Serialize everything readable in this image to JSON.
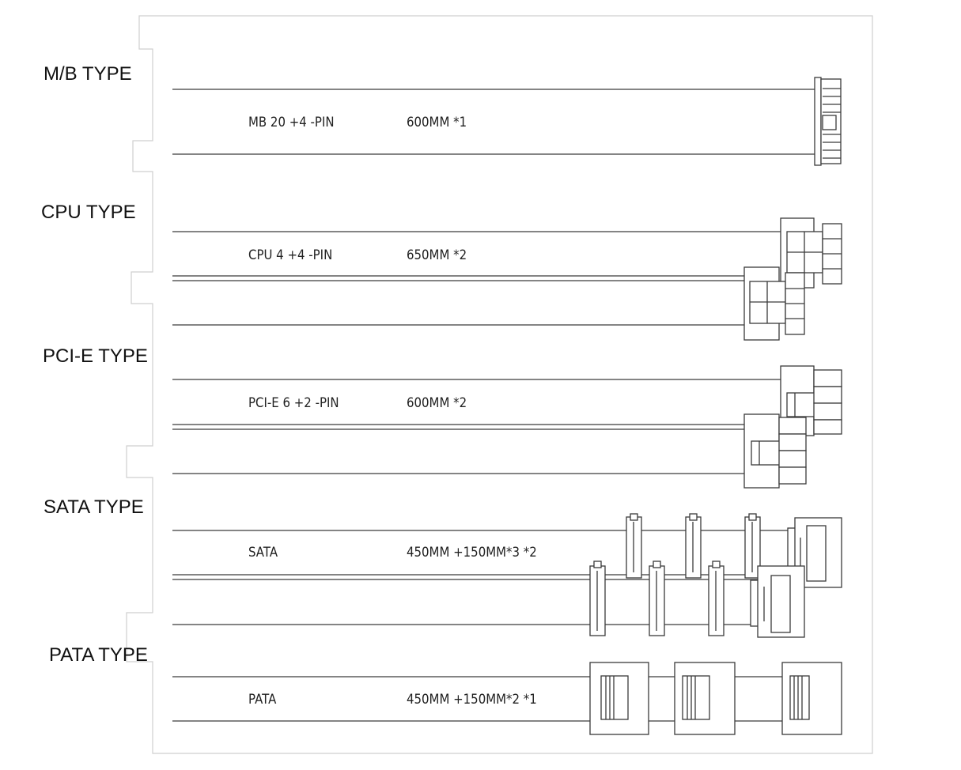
{
  "colors": {
    "line": "#3a3a3a",
    "frame": "#cfcfcf",
    "background": "#ffffff"
  },
  "sections": [
    {
      "id": "mb",
      "type_label": "M/B TYPE",
      "cable_name": "MB 20 +4 -PIN",
      "cable_spec": "600MM  *1"
    },
    {
      "id": "cpu",
      "type_label": "CPU TYPE",
      "cable_name": "CPU 4 +4 -PIN",
      "cable_spec": "650MM  *2"
    },
    {
      "id": "pcie",
      "type_label": "PCI-E TYPE",
      "cable_name": "PCI-E 6 +2 -PIN",
      "cable_spec": "600MM  *2"
    },
    {
      "id": "sata",
      "type_label": "SATA TYPE",
      "cable_name": "SATA",
      "cable_spec": "450MM +150MM*3  *2"
    },
    {
      "id": "pata",
      "type_label": "PATA TYPE",
      "cable_name": "PATA",
      "cable_spec": "450MM +150MM*2  *1"
    }
  ]
}
